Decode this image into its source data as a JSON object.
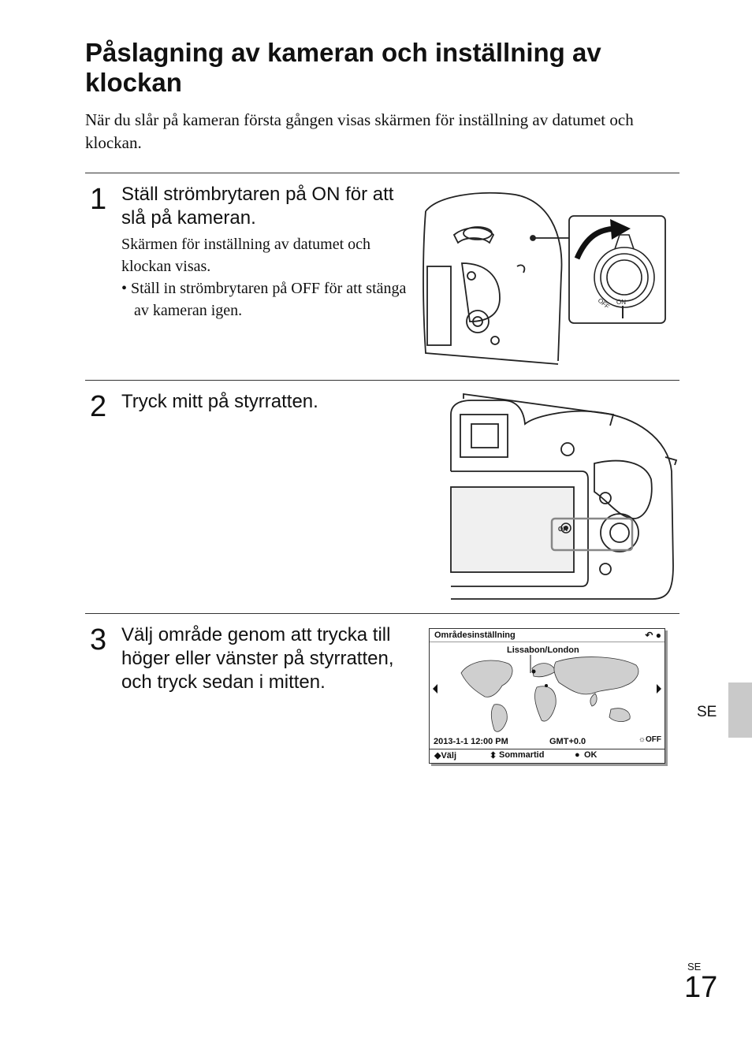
{
  "title": "Påslagning av kameran och inställning av klockan",
  "intro": "När du slår på kameran första gången visas skärmen för inställning av datumet och klockan.",
  "steps": [
    {
      "number": "1",
      "heading": "Ställ strömbrytaren på ON för att slå på kameran.",
      "body": "Skärmen för inställning av datumet och klockan visas.",
      "bullet": "• Ställ in strömbrytaren på OFF för att stänga av kameran igen.",
      "illustration_labels": {
        "off": "OFF",
        "on": "ON"
      }
    },
    {
      "number": "2",
      "heading": "Tryck mitt på styrratten.",
      "illustration_labels": {
        "ok": "OK"
      }
    },
    {
      "number": "3",
      "heading": "Välj område genom att trycka till höger eller vänster på styrratten, och tryck sedan i mitten."
    }
  ],
  "screen": {
    "title": "Områdesinställning",
    "city": "Lissabon/London",
    "datetime": "2013-1-1  12:00 PM",
    "gmt": "GMT+0.0",
    "dst_state": "OFF",
    "footer": {
      "select": "◆Välj",
      "dst": "Sommartid",
      "ok": "OK"
    }
  },
  "side_tab": "SE",
  "page_lang": "SE",
  "page_number": "17"
}
